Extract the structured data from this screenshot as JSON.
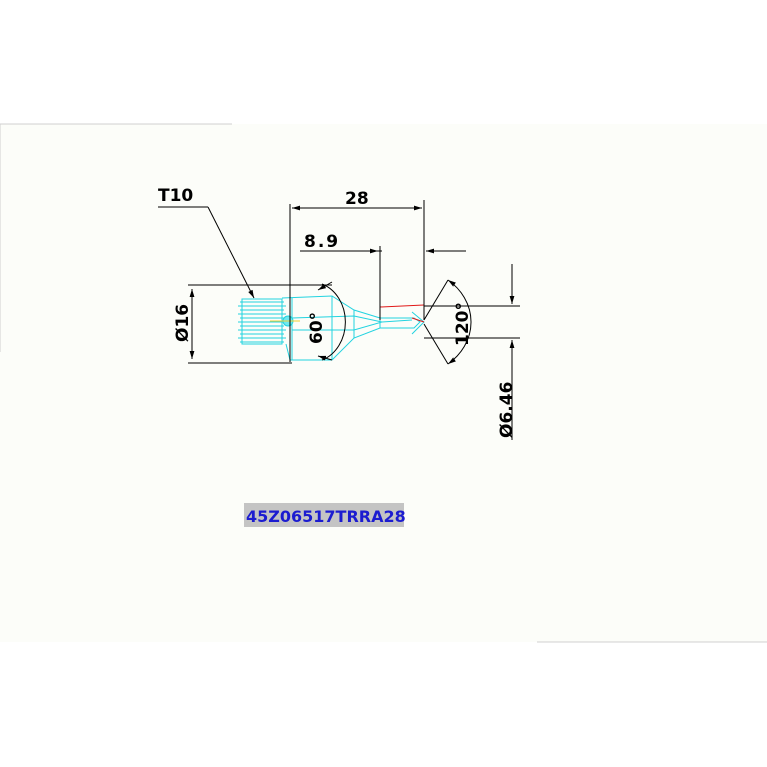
{
  "drawing": {
    "thread_label": "T10",
    "dim_length_total": "28",
    "dim_length_tip": "8.9",
    "dim_shank_diameter": "Ø16",
    "dim_angle_nozzle": "60°",
    "dim_angle_tip": "120°",
    "dim_tip_diameter": "Ø6.46",
    "part_code": "45Z06517TRRA28"
  },
  "colors": {
    "background": "#ffffff",
    "sheet": "#fcfdf9",
    "part_outline": "#22d3e0",
    "dimension": "#000000",
    "accent_red": "#e01818",
    "label_text": "#1c1cd0",
    "label_bg": "#c4c4c4"
  }
}
